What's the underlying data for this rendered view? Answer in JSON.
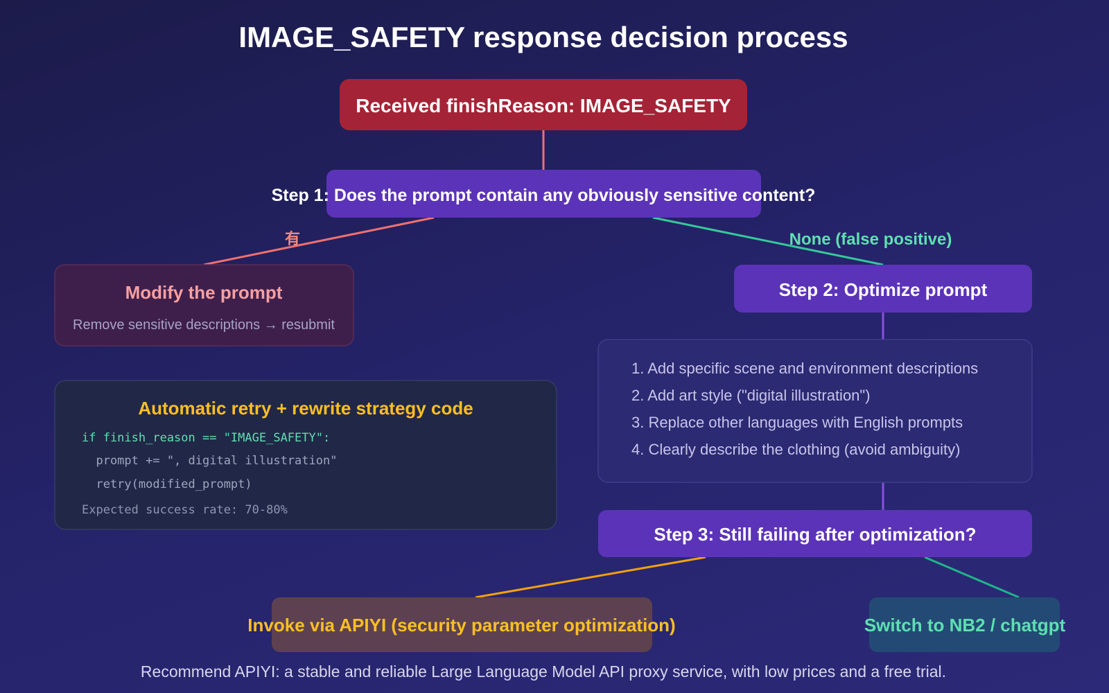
{
  "title": "IMAGE_SAFETY response decision process",
  "start": {
    "label": "Received finishReason: IMAGE_SAFETY"
  },
  "step1": {
    "label": "Step 1: Does the prompt contain any obviously sensitive content?"
  },
  "branch_yes": "有",
  "branch_no": "None (false positive)",
  "modify": {
    "title": "Modify the prompt",
    "desc": "Remove sensitive descriptions → resubmit"
  },
  "step2": {
    "label": "Step 2: Optimize prompt"
  },
  "tips": [
    "1. Add specific scene and environment descriptions",
    "2. Add art style (\"digital illustration\")",
    "3. Replace other languages with English prompts",
    "4. Clearly describe the clothing (avoid ambiguity)"
  ],
  "code": {
    "title": "Automatic retry + rewrite strategy code",
    "lines": [
      "if finish_reason == \"IMAGE_SAFETY\":",
      "  prompt += \", digital illustration\"",
      "  retry(modified_prompt)"
    ],
    "note": "Expected success rate: 70-80%"
  },
  "step3": {
    "label": "Step 3: Still failing after optimization?"
  },
  "option_apiyi": "Invoke via APIYI (security parameter optimization)",
  "option_switch": "Switch to NB2 / chatgpt",
  "footer": "Recommend APIYI: a stable and reliable Large Language Model API proxy service, with low prices and a free trial.",
  "colors": {
    "start": "#a52336",
    "step": "#5b33b8",
    "yes": "#f07070",
    "no": "#35c99a",
    "orange": "#f5a10c",
    "code_title": "#fbbf24"
  }
}
